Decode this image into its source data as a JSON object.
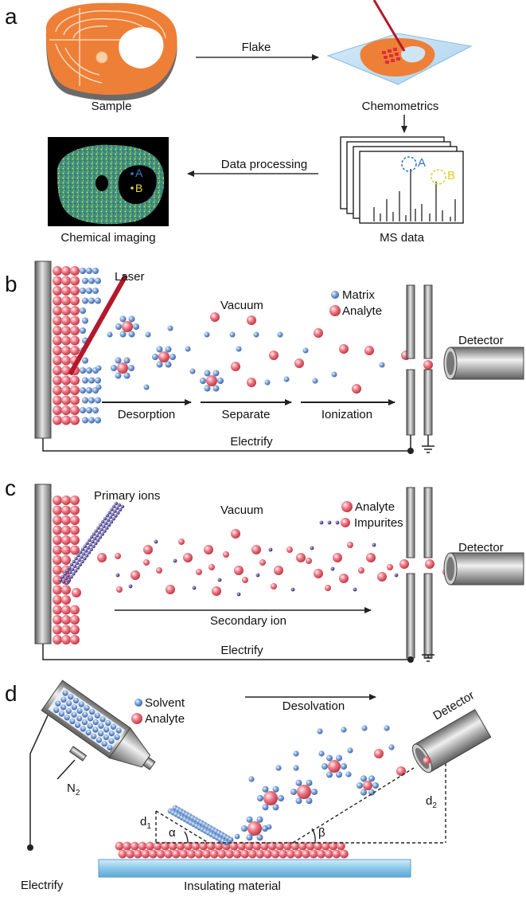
{
  "panels": {
    "a": {
      "letter": "a",
      "sample": "Sample",
      "flake": "Flake",
      "chemometrics": "Chemometrics",
      "data_processing": "Data processing",
      "chemical_imaging": "Chemical imaging",
      "ms_data": "MS data",
      "peak_a": "A",
      "peak_b": "B",
      "img_a": "A",
      "img_b": "B"
    },
    "b": {
      "letter": "b",
      "laser": "Laser",
      "vacuum": "Vacuum",
      "matrix": "Matrix",
      "analyte": "Analyte",
      "detector": "Detector",
      "desorption": "Desorption",
      "separate": "Separate",
      "ionization": "Ionization",
      "electrify": "Electrify"
    },
    "c": {
      "letter": "c",
      "primary_ions": "Primary ions",
      "vacuum": "Vacuum",
      "analyte": "Analyte",
      "impurites": "Impurites",
      "detector": "Detector",
      "secondary_ion": "Secondary ion",
      "electrify": "Electrify"
    },
    "d": {
      "letter": "d",
      "solvent": "Solvent",
      "analyte": "Analyte",
      "desolvation": "Desolvation",
      "detector": "Detector",
      "n2": "N",
      "n2_sub": "2",
      "d1": "d",
      "d1_sub": "1",
      "d2": "d",
      "d2_sub": "2",
      "alpha": "α",
      "beta": "β",
      "electrify": "Electrify",
      "insulating": "Insulating material"
    }
  },
  "colors": {
    "analyte": "#e05a6a",
    "matrix": "#5a86c8",
    "impurity": "#4a3f8a",
    "salmon": "#f08a3c",
    "laser": "#b3192a"
  }
}
